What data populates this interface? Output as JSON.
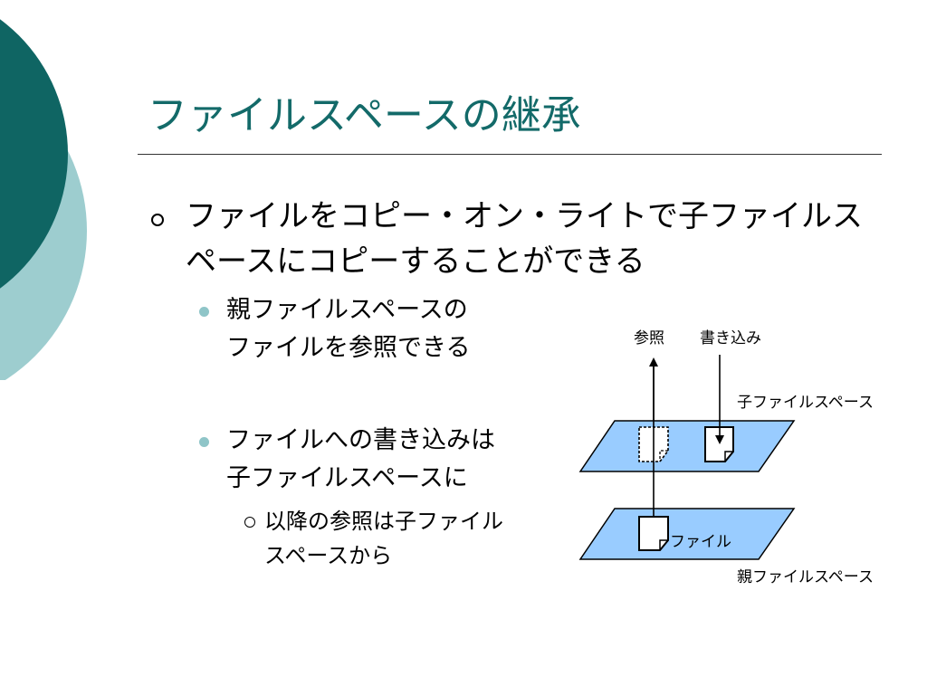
{
  "slide": {
    "title": "ファイルスペースの継承",
    "bullet_main": {
      "line1": "ファイルをコピー・オン・ライトで子ファイルス",
      "line2": "ペースにコピーすることができる"
    },
    "sub_bullets": [
      {
        "line1": "親ファイルスペースの",
        "line2": "ファイルを参照できる"
      },
      {
        "line1": "ファイルへの書き込みは",
        "line2": "子ファイルスペースに"
      }
    ],
    "sub_sub_bullet": {
      "line1": "以降の参照は子ファイル",
      "line2": "スペースから"
    }
  },
  "diagram": {
    "label_read": "参照",
    "label_write": "書き込み",
    "label_child_space": "子ファイルスペース",
    "label_file": "ファイル",
    "label_parent_space": "親ファイルスペース"
  },
  "colors": {
    "title": "#136a69",
    "dark_teal_circle": "#0f6563",
    "light_teal_circle": "#9dcdcf",
    "plane_fill": "#99ccff",
    "sub_bullet_dot": "#8fc5c8"
  }
}
